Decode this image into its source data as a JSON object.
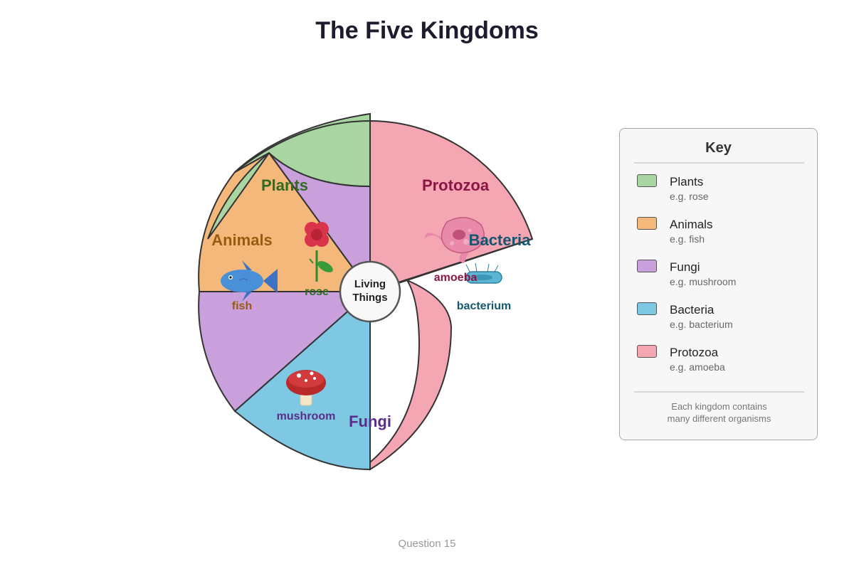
{
  "title": "The Five Kingdoms",
  "center_label": [
    "Living",
    "Things"
  ],
  "kingdoms": [
    {
      "name": "Plants",
      "example": "rose",
      "color": "#a8d5a2",
      "label_color": "#2e6b23"
    },
    {
      "name": "Animals",
      "example": "fish",
      "color": "#f4b87a",
      "label_color": "#9a5a10"
    },
    {
      "name": "Fungi",
      "example": "mushroom",
      "color": "#c9a0dc",
      "label_color": "#5b2d8a"
    },
    {
      "name": "Bacteria",
      "example": "bacterium",
      "color": "#7ec8e3",
      "label_color": "#14576e"
    },
    {
      "name": "Protozoa",
      "example": "amoeba",
      "color": "#f4a7b2",
      "label_color": "#8b1546"
    }
  ],
  "key": {
    "title": "Key",
    "example_prefix": "e.g.",
    "note": [
      "Each kingdom contains",
      "many different organisms"
    ]
  },
  "footer": "Question 15",
  "icons": [
    "rose-icon",
    "fish-icon",
    "mushroom-icon",
    "amoeba-icon",
    "bacterium-icon"
  ]
}
